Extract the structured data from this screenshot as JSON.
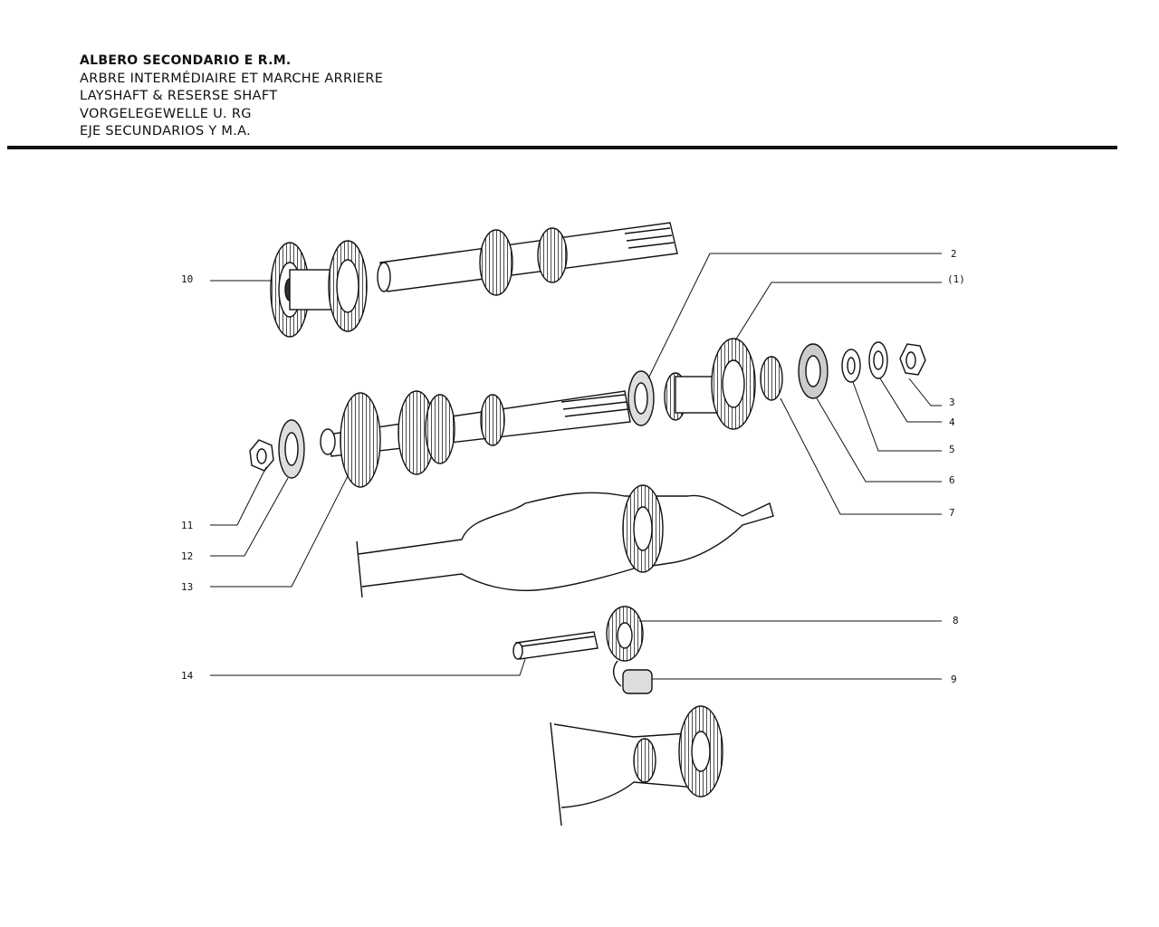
{
  "titles": {
    "it": "ALBERO SECONDARIO E R.M.",
    "fr": "ARBRE INTERMÉDIAIRE ET MARCHE ARRIERE",
    "en": "LAYSHAFT & RESERSE SHAFT",
    "de": "VORGELEGEWELLE U. RG",
    "es": "EJE SECUNDARIOS Y M.A."
  },
  "callouts": {
    "c1": "(1)",
    "c2": "2",
    "c3": "3",
    "c4": "4",
    "c5": "5",
    "c6": "6",
    "c7": "7",
    "c8": "8",
    "c9": "9",
    "c10": "10",
    "c11": "11",
    "c12": "12",
    "c13": "13",
    "c14": "14"
  }
}
